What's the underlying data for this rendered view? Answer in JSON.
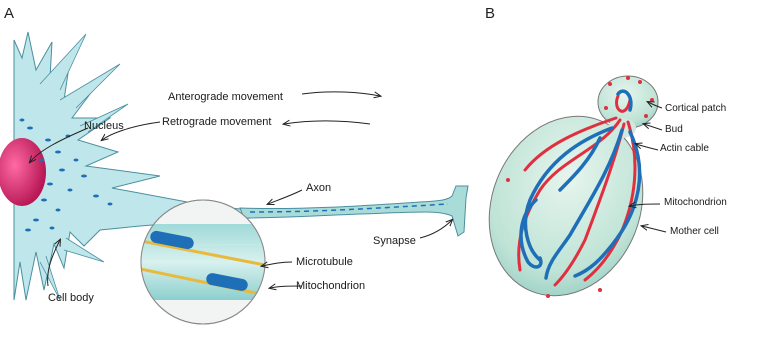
{
  "panels": {
    "a": "A",
    "b": "B"
  },
  "panel_a": {
    "labels": {
      "anterograde": "Anterograde movement",
      "retrograde": "Retrograde movement",
      "nucleus": "Nucleus",
      "axon": "Axon",
      "synapse": "Synapse",
      "microtubule": "Microtubule",
      "mitochondrion": "Mitochondrion",
      "cell_body": "Cell body"
    }
  },
  "panel_b": {
    "labels": {
      "cortical_patch": "Cortical patch",
      "bud": "Bud",
      "actin_cable": "Actin cable",
      "mitochondrion": "Mitochondrion",
      "mother_cell": "Mother cell"
    }
  },
  "colors": {
    "cell_fill": "#bfe6ea",
    "cell_stroke": "#4a8fa0",
    "nucleus": "#e0206e",
    "mitochondria": "#1f6fb8",
    "actin": "#e03040",
    "microtubule": "#e8b93a"
  }
}
